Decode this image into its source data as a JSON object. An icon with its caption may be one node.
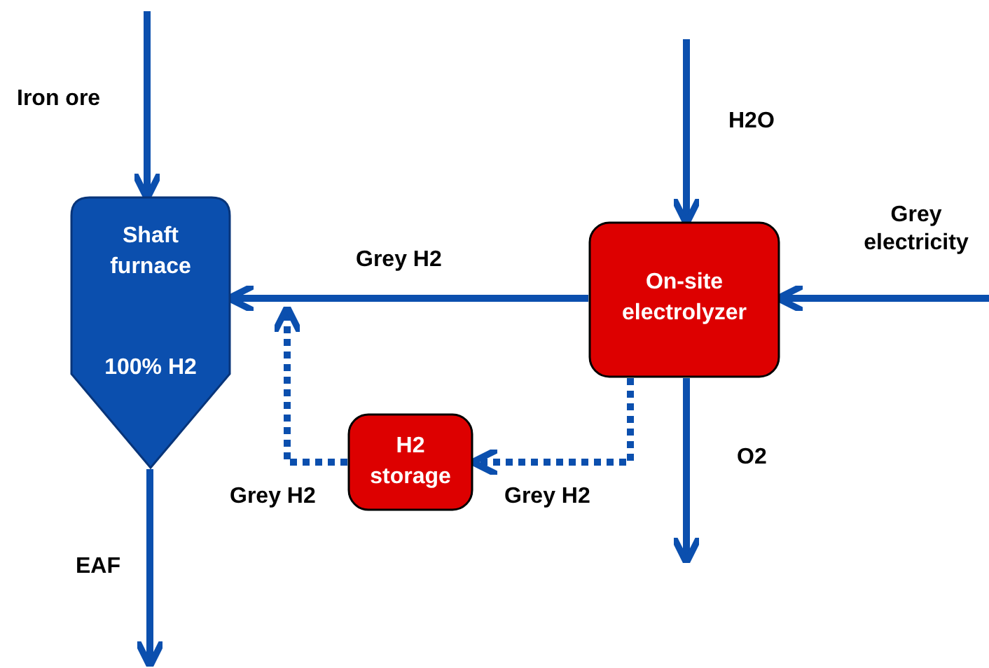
{
  "diagram": {
    "nodes": [
      {
        "text": [
          "Shaft furnace",
          "100% H2"
        ]
      },
      {
        "text": [
          "On-site electrolyzer"
        ]
      },
      {
        "text": [
          "H2 storage"
        ]
      }
    ],
    "edges": [
      {
        "from": null,
        "to": 0,
        "arrow": "to",
        "label": "Iron ore"
      },
      {
        "from": null,
        "to": 1,
        "arrow": "to",
        "label": "H2O"
      },
      {
        "from": null,
        "to": 1,
        "arrow": "to",
        "label": "Grey electricity"
      },
      {
        "from": 1,
        "to": 0,
        "arrow": "to",
        "label": "Grey H2"
      },
      {
        "from": 1,
        "to": null,
        "arrow": "to",
        "label": "O2"
      },
      {
        "from": 0,
        "to": null,
        "arrow": "to",
        "label": "EAF"
      },
      {
        "from": 1,
        "to": 2,
        "arrow": "to",
        "label": "Grey H2",
        "style": "dashed"
      },
      {
        "from": 2,
        "to": 0,
        "arrow": "to",
        "label": "Grey H2",
        "style": "dashed"
      }
    ]
  }
}
